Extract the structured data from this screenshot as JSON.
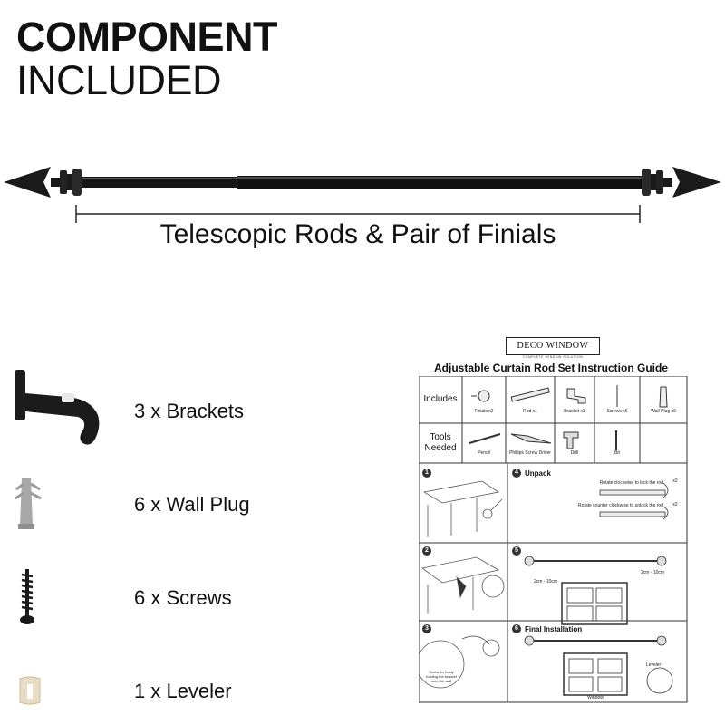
{
  "heading": {
    "line1": "COMPONENT",
    "line2": "INCLUDED"
  },
  "rod": {
    "caption": "Telescopic Rods & Pair of Finials"
  },
  "components": [
    {
      "label": "3 x Brackets",
      "icon": "bracket-icon"
    },
    {
      "label": "6 x Wall Plug",
      "icon": "wall-plug-icon"
    },
    {
      "label": "6 x Screws",
      "icon": "screw-icon"
    },
    {
      "label": "1 x Leveler",
      "icon": "leveler-icon"
    }
  ],
  "guide": {
    "logo": "DECO WINDOW",
    "logo_sub": "COMPLETE WINDOW SOLUTION",
    "title": "Adjustable Curtain Rod Set Instruction Guide",
    "includes_label": "Includes",
    "includes_items": [
      "Finials x2",
      "Rod x1",
      "Bracket x3",
      "Screws x6",
      "Wall Plug x6"
    ],
    "tools_label": "Tools\nNeeded",
    "tools_items": [
      "Pencil",
      "Phillips Screw Driver",
      "Drill",
      "Bit"
    ],
    "steps": {
      "s1": "1",
      "s2": "2",
      "s3": "3",
      "s4": "4",
      "s4_title": "Unpack",
      "s4_lock": "Rotate clockwise to lock the rod",
      "s4_unlock": "Rotate counter clockwise to unlock the rod",
      "s4_x2a": "x2",
      "s4_x2b": "x2",
      "s5": "5",
      "s5_left": "2cm - 10cm",
      "s5_right": "2cm - 10cm",
      "s3_note": "Screw for firmly holding the bracket onto the wall",
      "s6": "6",
      "s6_title": "Final Installation",
      "s6_leveler": "Leveler",
      "s6_window": "Window"
    }
  },
  "colors": {
    "rod": "#151515",
    "text": "#111111",
    "plug": "#a9a9a9",
    "leveler": "#e8dcc4"
  }
}
